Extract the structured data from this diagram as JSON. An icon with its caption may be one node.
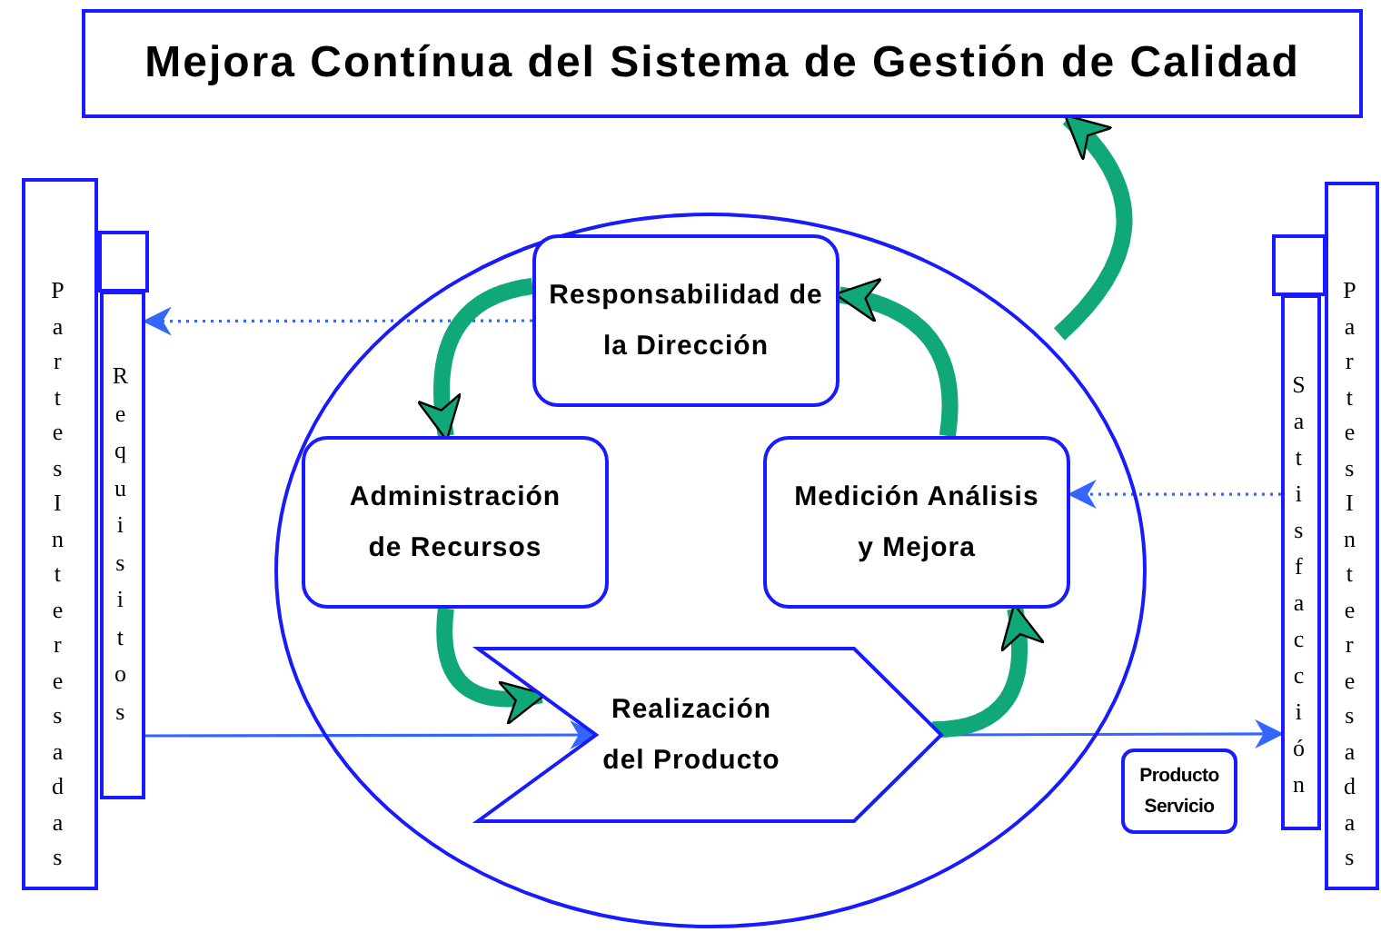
{
  "diagram": {
    "nodes": [
      {
        "text": [
          "Mejora Contínua del Sistema de Gestión de Calidad"
        ]
      },
      {
        "text": [
          "Partes Interesadas"
        ]
      },
      {
        "text": [
          "Requisitos"
        ]
      },
      {
        "text": [],
        "shape": "circle"
      },
      {
        "text": [
          "Responsabilidad de la Dirección"
        ],
        "in": 3
      },
      {
        "text": [
          "Administración de Recursos"
        ],
        "in": 3
      },
      {
        "text": [
          "Medición Análisis y Mejora"
        ],
        "in": 3
      },
      {
        "text": [
          "Realización del Producto"
        ],
        "in": 3
      },
      {
        "text": [
          "Satisfacción"
        ]
      },
      {
        "text": [
          "Partes Interesadas"
        ]
      },
      {
        "text": [
          "Producto Servicio"
        ]
      }
    ],
    "edges": [
      {
        "from": 4,
        "to": 2,
        "arrow": "to",
        "style": "dashed",
        "color": "#3366ff"
      },
      {
        "from": 8,
        "to": 6,
        "arrow": "to",
        "style": "dashed",
        "color": "#3366ff"
      },
      {
        "from": 2,
        "to": 7,
        "arrow": "to",
        "color": "#3366ff"
      },
      {
        "from": 7,
        "to": 8,
        "arrow": "to",
        "color": "#3366ff"
      },
      {
        "from": 4,
        "to": 5,
        "arrow": "to"
      },
      {
        "from": 5,
        "to": 7,
        "arrow": "to"
      },
      {
        "from": 7,
        "to": 6,
        "arrow": "to"
      },
      {
        "from": 6,
        "to": 4,
        "arrow": "to"
      },
      {
        "from": 3,
        "to": 0,
        "arrow": "to"
      }
    ]
  }
}
